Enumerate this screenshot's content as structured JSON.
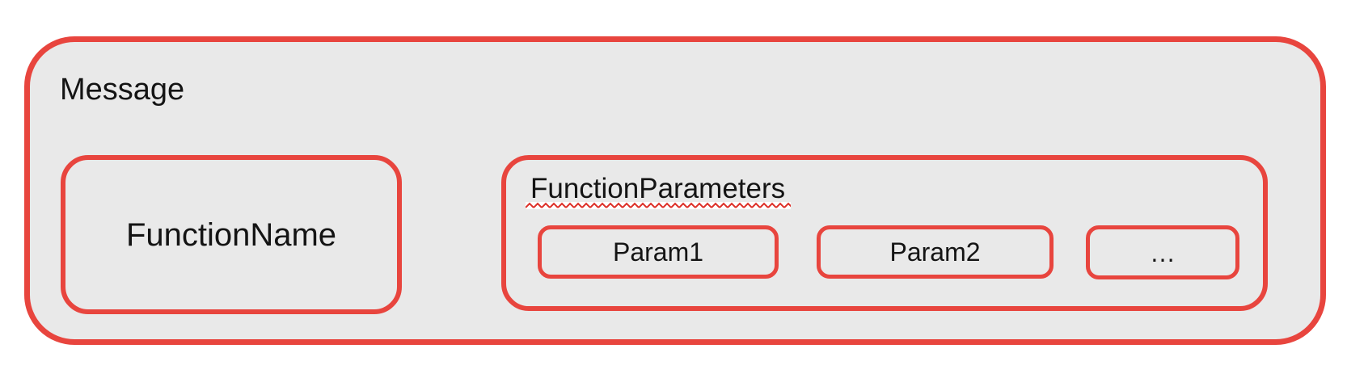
{
  "message": {
    "label": "Message",
    "function_name": {
      "label": "FunctionName"
    },
    "function_parameters": {
      "label": "FunctionParameters",
      "params": [
        "Param1",
        "Param2",
        "…"
      ]
    }
  },
  "colors": {
    "box_border": "#e8453e",
    "box_fill": "#e9e9e9",
    "text": "#141414",
    "squiggle": "#dd2e26",
    "squiggle_bg": "#ffffff",
    "page_bg": "#ffffff"
  }
}
